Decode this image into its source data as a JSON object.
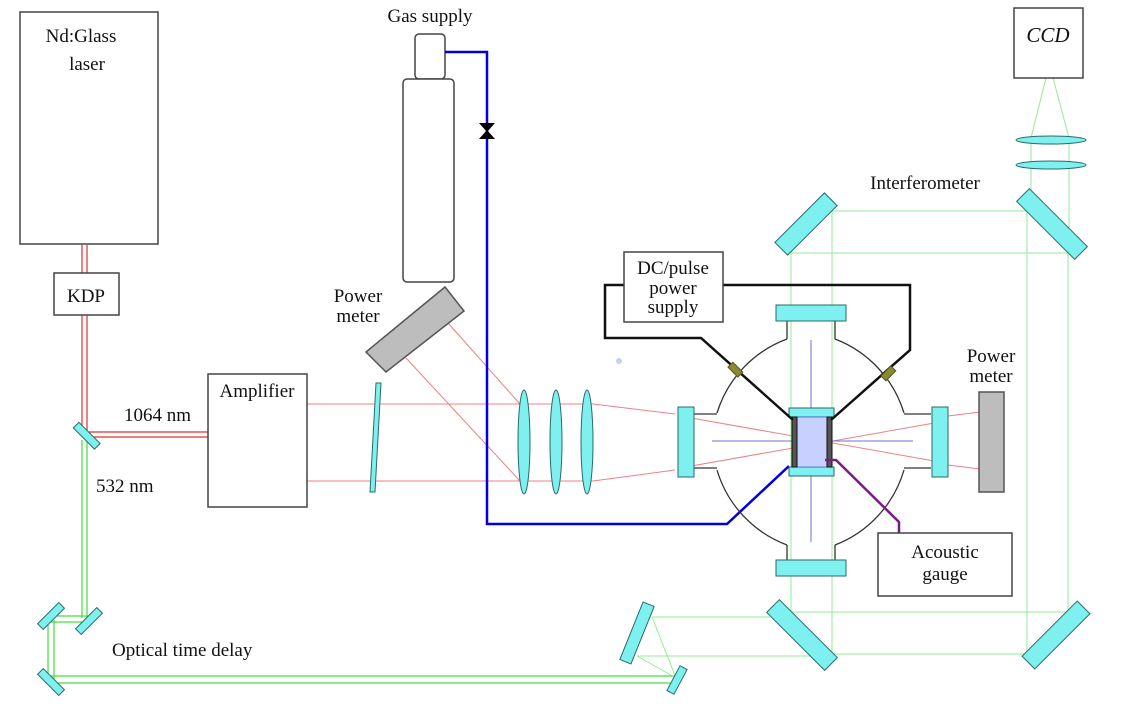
{
  "diagram": {
    "title": "Laser-induced breakdown experimental setup",
    "components": {
      "laser": {
        "line1": "Nd:Glass",
        "line2": "laser"
      },
      "kdp": {
        "label": "KDP"
      },
      "amplifier": {
        "label": "Amplifier"
      },
      "gas_supply": {
        "label": "Gas supply"
      },
      "power_meter_left": {
        "line1": "Power",
        "line2": "meter"
      },
      "power_meter_right": {
        "line1": "Power",
        "line2": "meter"
      },
      "dc_supply": {
        "line1": "DC/pulse",
        "line2": "power",
        "line3": "supply"
      },
      "acoustic_gauge": {
        "line1": "Acoustic",
        "line2": "gauge"
      },
      "ccd": {
        "label": "CCD"
      },
      "interferometer": {
        "label": "Interferometer"
      },
      "time_delay": {
        "label": "Optical time delay"
      }
    },
    "beams": {
      "ir": {
        "label": "1064 nm",
        "color": "#e03030"
      },
      "green": {
        "label": "532 nm",
        "color": "#40e040"
      }
    },
    "colors": {
      "optic_fill": "#7ef0f0",
      "gas_line": "#0000dd",
      "electrical": "#111111",
      "acoustic_line": "#7a1a8a",
      "meter_fill": "#bdbdbd"
    }
  }
}
